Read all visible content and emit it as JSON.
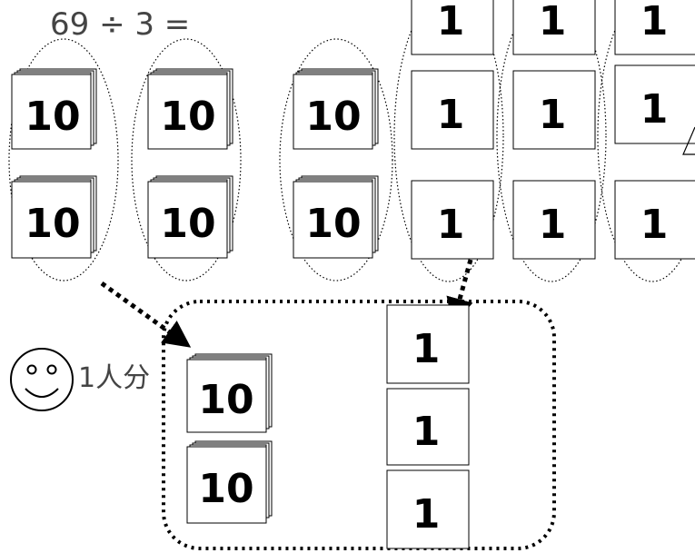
{
  "problem": {
    "expression": "69 ÷ 3 ="
  },
  "cards": {
    "ten_label": "10",
    "one_label": "1"
  },
  "share": {
    "label": "1人分"
  },
  "icons": {
    "face": "smiley-face-icon"
  },
  "colors": {
    "ink": "#000000",
    "text": "#444444",
    "paper": "#ffffff"
  }
}
